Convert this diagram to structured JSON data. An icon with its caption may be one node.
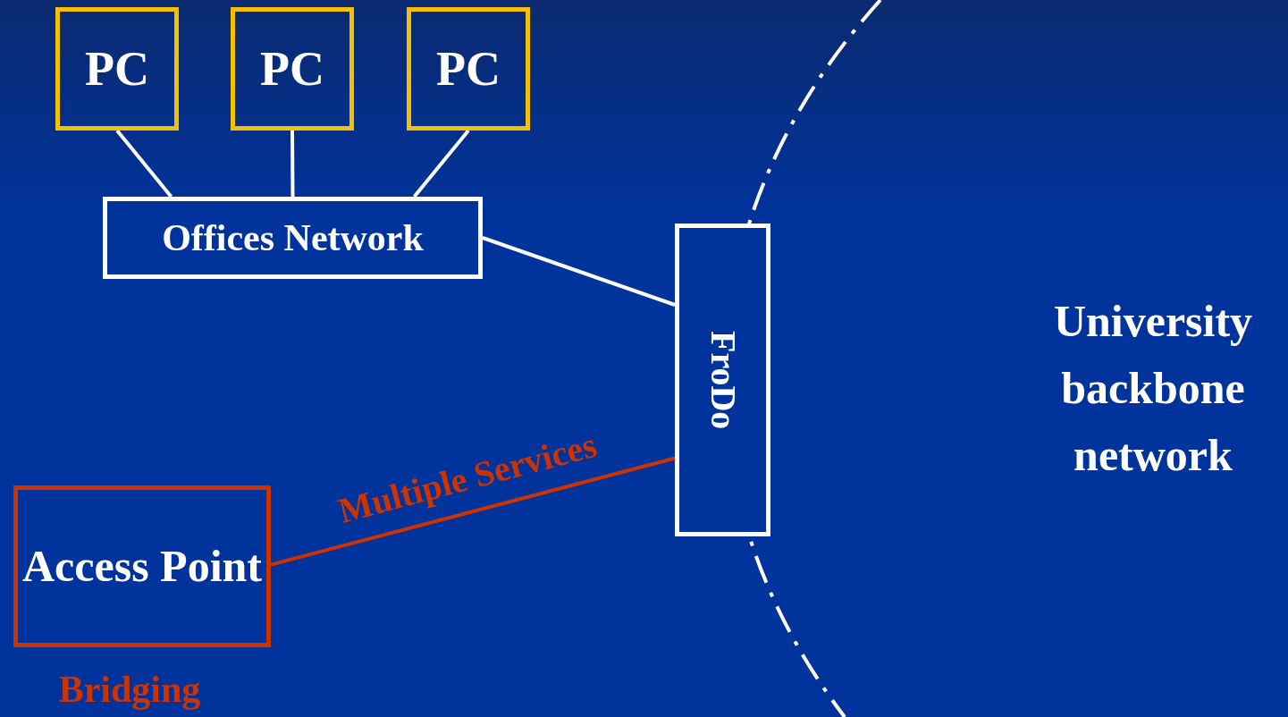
{
  "diagram": {
    "nodes": [
      {
        "text": [
          "PC"
        ]
      },
      {
        "text": [
          "PC"
        ]
      },
      {
        "text": [
          "PC"
        ]
      },
      {
        "text": [
          "Offices Network"
        ]
      },
      {
        "text": [
          "FroDo"
        ]
      },
      {
        "text": [
          "Access Point"
        ],
        "beside": [
          "Bridging"
        ]
      }
    ],
    "edges": [
      {
        "from": 0,
        "to": 3,
        "arrow": "none"
      },
      {
        "from": 1,
        "to": 3,
        "arrow": "none"
      },
      {
        "from": 2,
        "to": 3,
        "arrow": "none"
      },
      {
        "from": 3,
        "to": 4,
        "arrow": "none"
      },
      {
        "from": 5,
        "to": 4,
        "arrow": "none",
        "label": "Multiple Services",
        "color": "#cc3300"
      }
    ],
    "labels": [
      "University backbone network"
    ]
  }
}
